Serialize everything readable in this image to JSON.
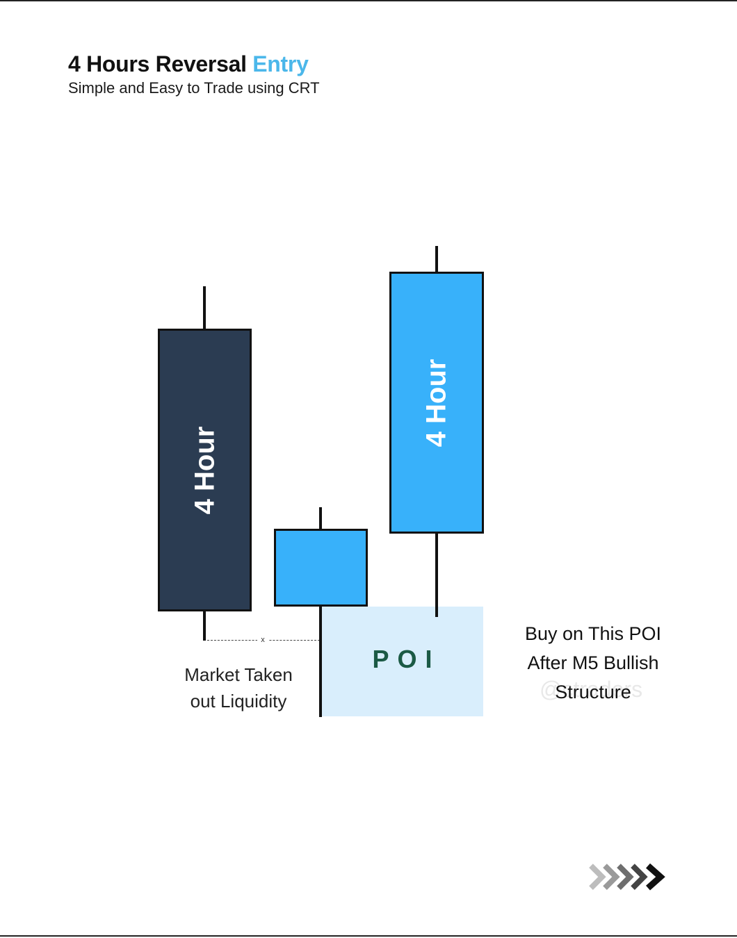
{
  "header": {
    "title_main": "4 Hours Reversal",
    "title_accent": "Entry",
    "subtitle": "Simple and Easy to Trade using CRT"
  },
  "candles": [
    {
      "name": "first",
      "label": "4 Hour",
      "color": "#2b3c52"
    },
    {
      "name": "second",
      "label": "",
      "color": "#38b1fa"
    },
    {
      "name": "third",
      "label": "4 Hour",
      "color": "#38b1fa"
    }
  ],
  "poi": {
    "label": "POI",
    "fill": "#d9eefc",
    "text_color": "#1b5a45"
  },
  "liquidity": {
    "marker": "x",
    "caption_line1": "Market Taken",
    "caption_line2": "out Liquidity"
  },
  "entry_note": {
    "line1": "Buy on This POI",
    "line2": "After M5  Bullish",
    "line3": "Structure"
  },
  "watermark": "@ctraders",
  "colors": {
    "accent": "#4bb7ea",
    "dark_candle": "#2b3c52",
    "blue_candle": "#38b1fa"
  },
  "icons": {
    "next": "chevrons-right-icon"
  }
}
